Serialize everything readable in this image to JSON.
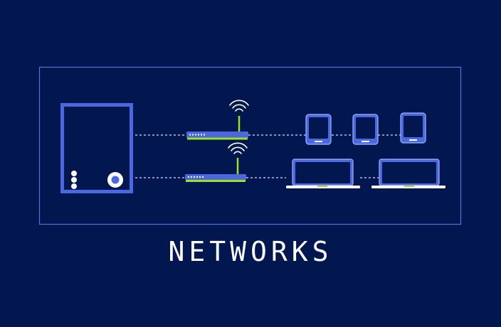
{
  "title": "NETWORKS",
  "colors": {
    "background": "#021650",
    "frame": "#5a72d8",
    "device_fill": "#4a68e0",
    "device_edge": "#9fb4ff",
    "screen": "#021650",
    "accent_green": "#9ee21d",
    "link": "#d8e0ff",
    "white": "#ffffff"
  },
  "diagram": {
    "nodes": [
      {
        "id": "server",
        "kind": "server-icon"
      },
      {
        "id": "router-1",
        "kind": "router-icon"
      },
      {
        "id": "router-2",
        "kind": "router-icon"
      },
      {
        "id": "phone-1",
        "kind": "phone-icon"
      },
      {
        "id": "phone-2",
        "kind": "phone-icon"
      },
      {
        "id": "phone-3",
        "kind": "phone-icon"
      },
      {
        "id": "laptop-1",
        "kind": "laptop-icon"
      },
      {
        "id": "laptop-2",
        "kind": "laptop-icon"
      }
    ],
    "links": [
      {
        "from": "server",
        "to": "router-1",
        "style": "dashed"
      },
      {
        "from": "router-1",
        "to": "phone-1",
        "style": "dashed"
      },
      {
        "from": "phone-1",
        "to": "phone-2",
        "style": "dashed"
      },
      {
        "from": "phone-2",
        "to": "phone-3",
        "style": "dashed"
      },
      {
        "from": "server",
        "to": "router-2",
        "style": "dashed"
      },
      {
        "from": "router-2",
        "to": "laptop-1",
        "style": "dashed"
      },
      {
        "from": "laptop-1",
        "to": "laptop-2",
        "style": "dashed"
      }
    ]
  }
}
